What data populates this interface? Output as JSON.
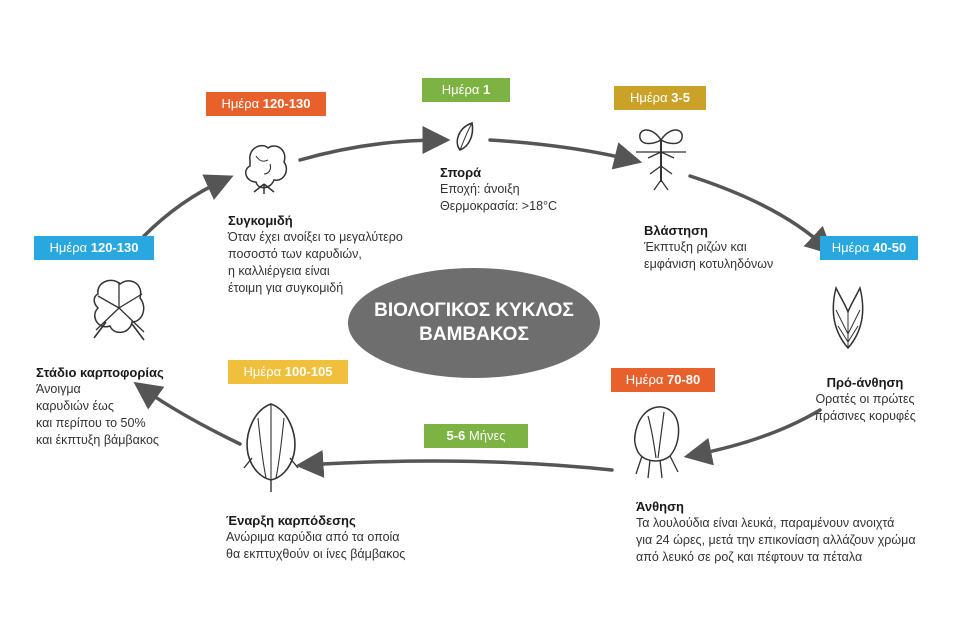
{
  "center": {
    "line1": "ΒΙΟΛΟΓΙΚΟΣ ΚΥΚΛΟΣ",
    "line2": "ΒΑΜΒΑΚΟΣ"
  },
  "badges": {
    "sowing": {
      "prefix": "Ημέρα ",
      "value": "1",
      "color": "#7cb342"
    },
    "germination": {
      "prefix": "Ημέρα ",
      "value": "3-5",
      "color": "#c9a227"
    },
    "prebloom": {
      "prefix": "Ημέρα ",
      "value": "40-50",
      "color": "#29a8e0"
    },
    "bloom": {
      "prefix": "Ημέρα ",
      "value": "70-80",
      "color": "#e8612c"
    },
    "duration": {
      "value": "5-6",
      "suffix": " Μήνες",
      "color": "#7cb342"
    },
    "fruitset": {
      "prefix": "Ημέρα ",
      "value": "100-105",
      "color": "#f0bf3c"
    },
    "boll": {
      "prefix": "Ημέρα ",
      "value": "120-130",
      "color": "#29a8e0"
    },
    "harvest": {
      "prefix": "Ημέρα ",
      "value": "120-130",
      "color": "#e8612c"
    }
  },
  "stages": {
    "sowing": {
      "title": "Σπορά",
      "lines": [
        "Εποχή: άνοιξη",
        "Θερμοκρασία: >18°C"
      ]
    },
    "germination": {
      "title": "Βλάστηση",
      "lines": [
        "Έκπτυξη ριζών και",
        "εμφάνιση κοτυληδόνων"
      ]
    },
    "prebloom": {
      "title": "Πρό-άνθηση",
      "lines": [
        "Ορατές οι πρώτες",
        "πράσινες κορυφές"
      ]
    },
    "bloom": {
      "title": "Άνθηση",
      "lines": [
        "Τα λουλούδια είναι λευκά, παραμένουν ανοιχτά",
        "για 24 ώρες, μετά την επικονίαση αλλάζουν χρώμα",
        "από λευκό σε ροζ και πέφτουν τα πέταλα"
      ]
    },
    "fruitset": {
      "title": "Έναρξη καρπόδεσης",
      "lines": [
        "Ανώριμα καρύδια από τα οποία",
        "θα εκπτυχθούν οι ίνες βάμβακος"
      ]
    },
    "boll": {
      "title": "Στάδιο καρποφορίας",
      "lines": [
        "Άνοιγμα",
        "καρυδιών έως",
        "και περίπου το 50%",
        "και έκπτυξη βάμβακος"
      ]
    },
    "harvest": {
      "title": "Συγκομιδή",
      "lines": [
        "Όταν έχει ανοίξει το μεγαλύτερο",
        "ποσοστό των καρυδιών,",
        "η καλλιέργεια είναι",
        "έτοιμη για συγκομιδή"
      ]
    }
  },
  "icons": [
    "seed-icon",
    "sprout-icon",
    "leaf-icon",
    "flower-icon",
    "bud-icon",
    "open-boll-icon",
    "cotton-boll-icon"
  ]
}
